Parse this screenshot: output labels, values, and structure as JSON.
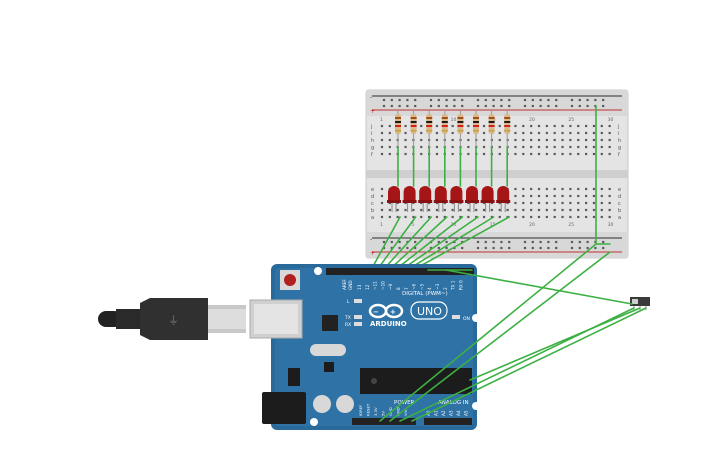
{
  "breadboard": {
    "rail_plus": "+",
    "rail_minus": "-",
    "row_letters_top": [
      "j",
      "i",
      "h",
      "g",
      "f"
    ],
    "row_letters_bottom": [
      "e",
      "d",
      "c",
      "b",
      "a"
    ],
    "column_numbers": [
      "1",
      "5",
      "10",
      "15",
      "20",
      "25",
      "30"
    ],
    "resistor_count": 8,
    "led_count": 8
  },
  "arduino": {
    "brand": "ARDUINO",
    "model": "UNO",
    "digital_label": "DIGITAL (PWM~)",
    "analog_label": "ANALOG IN",
    "power_label": "POWER",
    "on_label": "ON",
    "tx_label": "TX",
    "rx_label": "RX",
    "l_label": "L",
    "aref_label": "AREF",
    "gnd_label": "GND",
    "digital_pins": [
      "13",
      "12",
      "~11",
      "~10",
      "~9",
      "8",
      "7",
      "~6",
      "~5",
      "4",
      "~3",
      "2",
      "TX 1",
      "RX 0"
    ],
    "analog_pins": [
      "A0",
      "A1",
      "A2",
      "A3",
      "A4",
      "A5"
    ],
    "power_pins": [
      "IOREF",
      "RESET",
      "3.3V",
      "5V",
      "GND",
      "GND",
      "Vin"
    ]
  },
  "colors": {
    "wire": "#3cb043",
    "board": "#2a6a9a",
    "led": "#b01818",
    "breadboard": "#e2e2e2"
  }
}
